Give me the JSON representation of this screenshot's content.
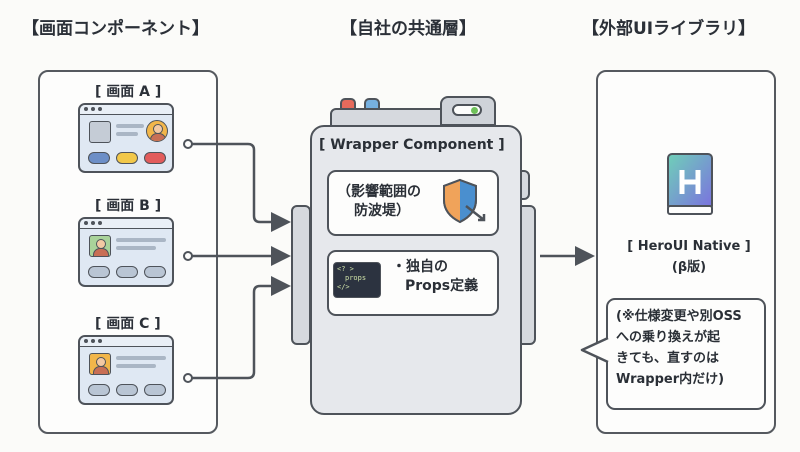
{
  "headings": {
    "left": "【画面コンポーネント】",
    "center": "【自社の共通層】",
    "right": "【外部UIライブラリ】"
  },
  "screens": [
    {
      "label": "[ 画面 A ]"
    },
    {
      "label": "[ 画面 B ]"
    },
    {
      "label": "[ 画面 C ]"
    }
  ],
  "wrapper": {
    "title": "[ Wrapper Component ]",
    "modules": [
      {
        "lines": [
          "（影響範囲の",
          "防波堤）"
        ],
        "icon": "shield-icon"
      },
      {
        "lines": [
          "・独自の",
          "Props定義"
        ],
        "icon": "code-icon",
        "code": [
          "<? >",
          "props",
          "</>"
        ]
      }
    ]
  },
  "library": {
    "icon": "hero-book-icon",
    "lines": [
      "[ HeroUI Native ]",
      "(β版)"
    ],
    "note": [
      "(※仕様変更や別OSS",
      "への乗り換えが起",
      "きても、直すのは",
      "Wrapper内だけ)"
    ]
  },
  "colors": {
    "stroke": "#4e535a",
    "screen_bg": "#dfe8f3",
    "shield_orange": "#f0a35a",
    "shield_blue": "#4a8fcf",
    "hero_gradient_start": "#6fd0b8",
    "hero_gradient_end": "#7b6fe0"
  }
}
